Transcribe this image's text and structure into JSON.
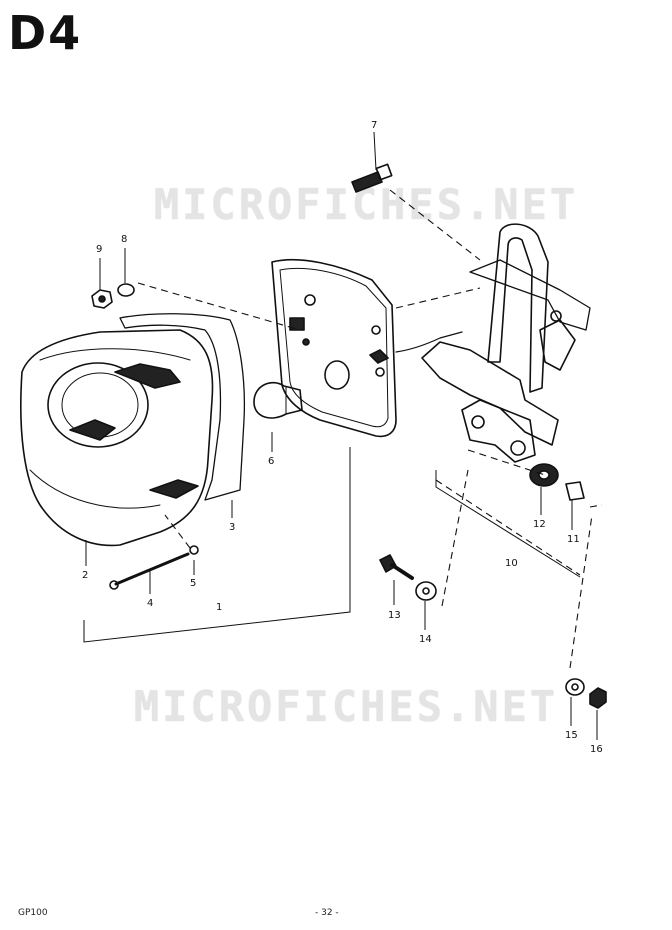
{
  "sheet_code": "D4",
  "watermark": "MICROFICHES.NET",
  "footer": {
    "model": "GP100",
    "page": "- 32 -"
  },
  "callouts": [
    "1",
    "2",
    "3",
    "4",
    "5",
    "6",
    "7",
    "8",
    "9",
    "10",
    "11",
    "12",
    "13",
    "14",
    "15",
    "16"
  ]
}
